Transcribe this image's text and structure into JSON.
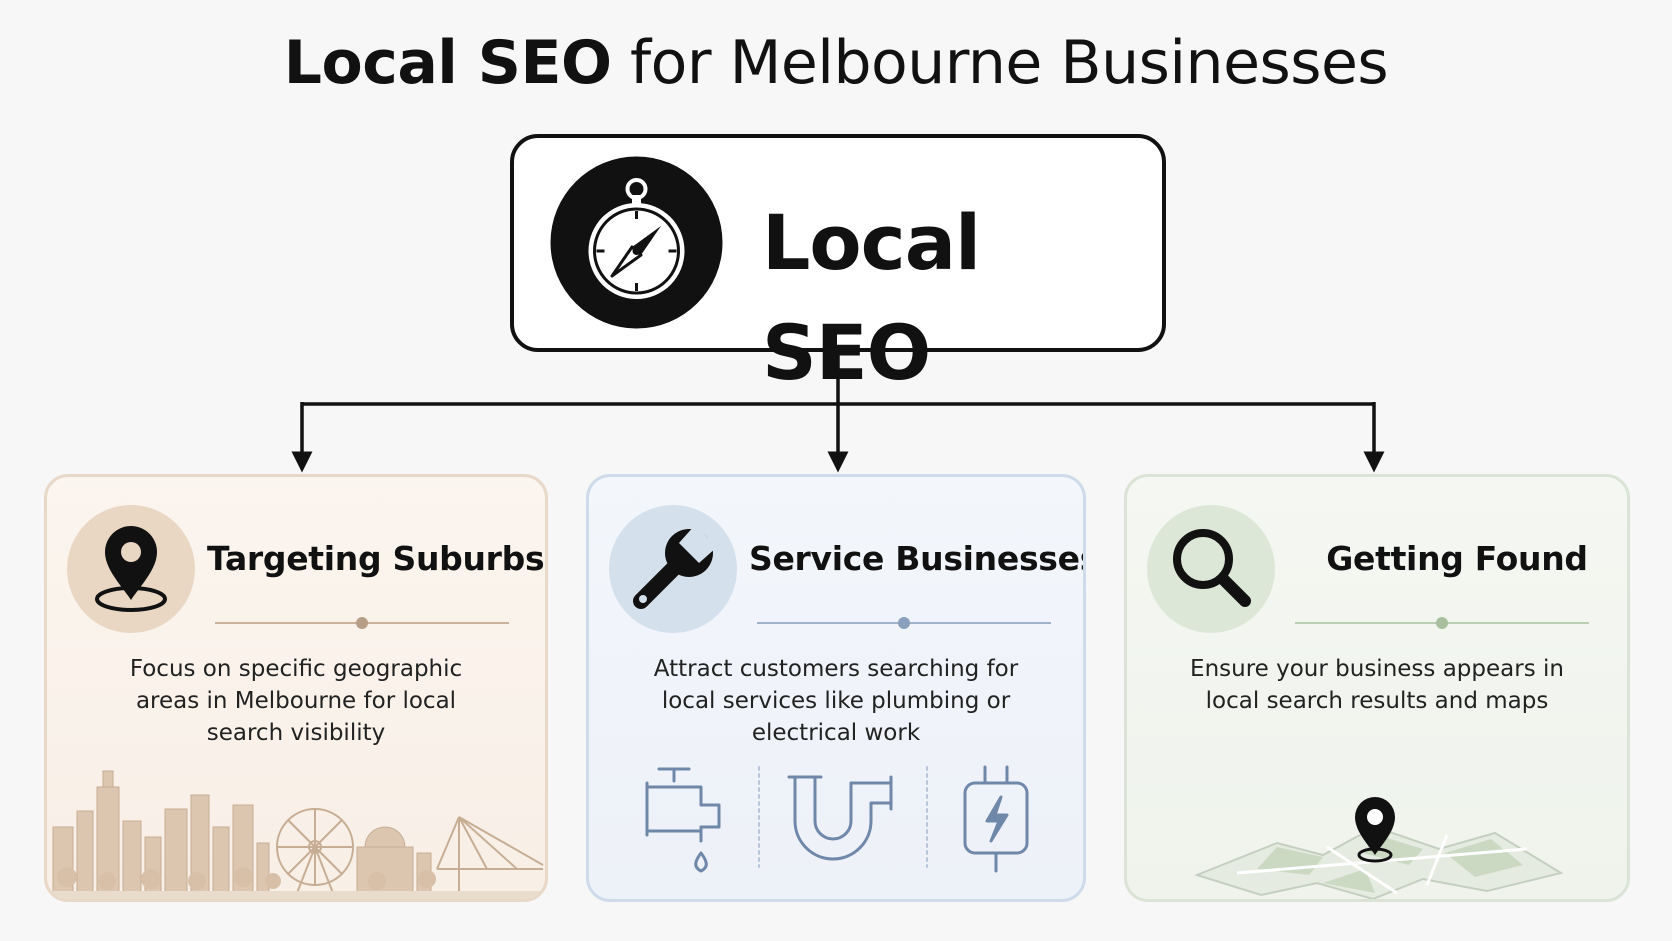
{
  "title": {
    "bold": "Local SEO",
    "rest": "for Melbourne Businesses"
  },
  "root": {
    "label": "Local SEO",
    "icon": "compass-icon"
  },
  "cards": [
    {
      "title": "Targeting Suburbs",
      "description": "Focus on specific geographic areas in Melbourne for local search visibility",
      "icon": "location-pin-icon",
      "accent": "#b79f87",
      "illustration": "melbourne-skyline-illustration"
    },
    {
      "title": "Service Businesses",
      "description": "Attract customers searching for local services like plumbing or electrical work",
      "icon": "wrench-icon",
      "accent": "#8aa0bd",
      "illustration": [
        "tap-icon",
        "pipe-icon",
        "electrical-plug-icon"
      ]
    },
    {
      "title": "Getting Found",
      "description": "Ensure your business appears in local search results and maps",
      "icon": "magnifier-icon",
      "accent": "#a8bf9e",
      "illustration": "map-with-pin-illustration"
    }
  ]
}
